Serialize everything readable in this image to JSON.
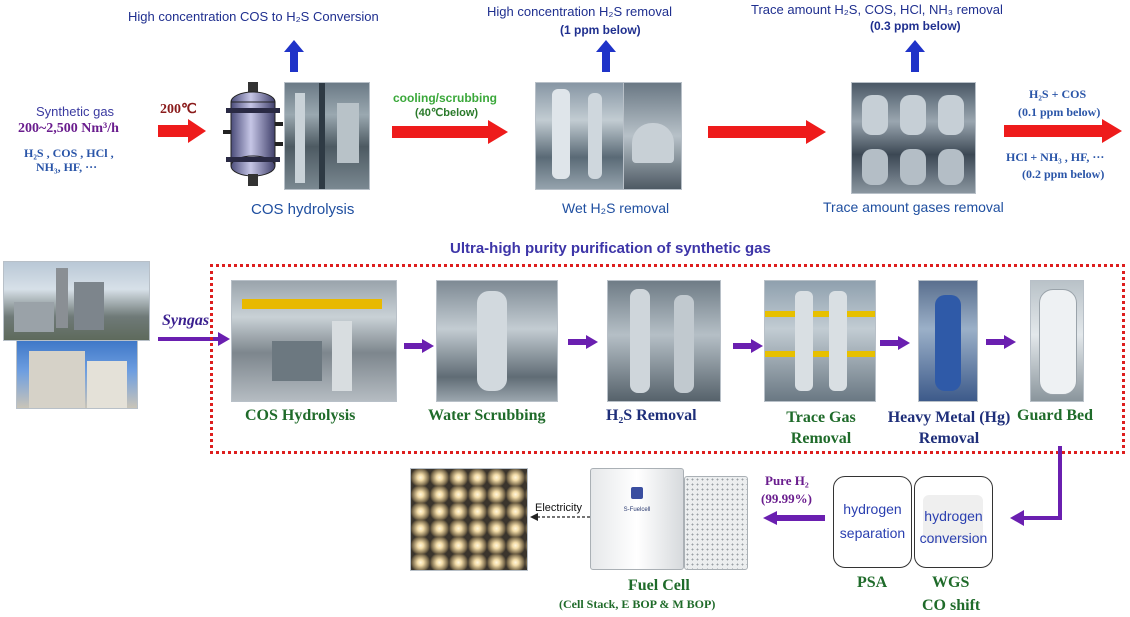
{
  "top": {
    "label_cos_conversion": "High concentration COS to H₂S Conversion",
    "label_h2s_removal": "High concentration H₂S removal",
    "label_h2s_ppm": "(1 ppm below)",
    "label_trace_removal": "Trace amount H₂S, COS, HCl, NH₃ removal",
    "label_trace_ppm": "(0.3 ppm below)",
    "inlet_title": "Synthetic gas",
    "inlet_flow": "200~2,500 Nm³/h",
    "inlet_species1": "H₂S , COS , HCl ,",
    "inlet_species2": "NH₃, HF, ···",
    "temp_200": "200℃",
    "cooling": "cooling/scrubbing",
    "cooling_temp": "(40℃below)",
    "stage1": "COS hydrolysis",
    "stage2": "Wet H₂S removal",
    "stage3": "Trace amount gases removal",
    "out1": "H₂S + COS",
    "out1_ppm": "(0.1 ppm below)",
    "out2": "HCl + NH₃ , HF, ···",
    "out2_ppm": "(0.2 ppm below)"
  },
  "middle": {
    "title": "Ultra-high purity purification of synthetic gas",
    "syngas": "Syngas",
    "steps": [
      "COS Hydrolysis",
      "Water Scrubbing",
      "H₂S Removal",
      "Trace Gas Removal",
      "Heavy Metal (Hg) Removal",
      "Guard Bed"
    ]
  },
  "bottom": {
    "psa_box": "hydrogen separation",
    "wgs_box": "hydrogen conversion",
    "psa": "PSA",
    "wgs1": "WGS",
    "wgs2": "CO shift",
    "pure_h2": "Pure H₂",
    "purity": "(99.99%)",
    "electricity": "Electricity",
    "fuel_cell": "Fuel Cell",
    "fuel_cell_sub": "(Cell Stack, E BOP & M BOP)",
    "fuel_cell_brand": "S-Fuelcell"
  },
  "colors": {
    "arrow_red": "#ee1b1b",
    "arrow_blue": "#1f33c8",
    "arrow_purple": "#6a1fb0",
    "dotted_red": "#dd1e1e"
  },
  "icons": [
    "arrow-right-icon",
    "arrow-up-icon",
    "reactor-vessel-icon",
    "factory-photo",
    "equipment-photo",
    "led-lights-photo"
  ]
}
